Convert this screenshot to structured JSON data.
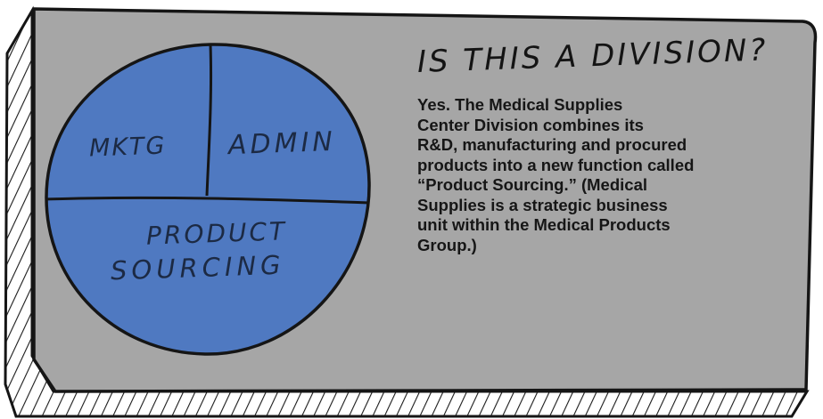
{
  "colors": {
    "panel": "#a6a6a6",
    "pie_fill": "#4f79c1",
    "ink": "#151515"
  },
  "diagram": {
    "segments": [
      {
        "id": "mktg",
        "label": "MKTG"
      },
      {
        "id": "admin",
        "label": "ADMIN"
      },
      {
        "id": "product_sourcing",
        "label_lines": [
          "PRODUCT",
          "SOURCING"
        ]
      }
    ]
  },
  "text_panel": {
    "heading": "IS THIS A DIVISION?",
    "body_lines": [
      "Yes. The Medical Supplies",
      "Center Division combines its",
      "R&D, manufacturing and procured",
      "products into a new function called",
      "“Product Sourcing.” (Medical",
      "Supplies is a strategic business",
      "unit within the Medical Products",
      "Group.)"
    ]
  }
}
